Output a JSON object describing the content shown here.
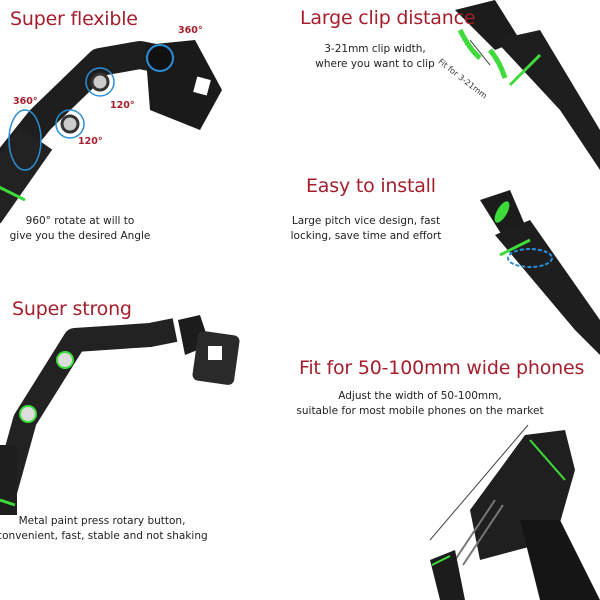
{
  "panels": {
    "flexible": {
      "title": "Super flexible",
      "caption": [
        "960° rotate at will to",
        "give you the desired Angle"
      ],
      "angles": [
        "360°",
        "360°",
        "120°",
        "120°"
      ]
    },
    "clip": {
      "title": "Large clip distance",
      "caption": [
        "3-21mm clip width,",
        "where you want to clip"
      ],
      "annotation": "Fit for 3-21mm"
    },
    "install": {
      "title": "Easy to install",
      "caption": [
        "Large pitch vice design, fast",
        "locking, save time and effort"
      ]
    },
    "strong": {
      "title": "Super strong",
      "caption": [
        "Metal paint press rotary button,",
        "convenient, fast, stable and not shaking"
      ]
    },
    "phones": {
      "title": "Fit for 50-100mm wide phones",
      "caption": [
        "Adjust the width of 50-100mm,",
        "suitable for most mobile phones on the market"
      ]
    }
  },
  "colors": {
    "title": "#a41e2c",
    "product": "#1c1c1c",
    "accent_green": "#3ddc3a",
    "arrow_blue": "#2a8fd8"
  }
}
